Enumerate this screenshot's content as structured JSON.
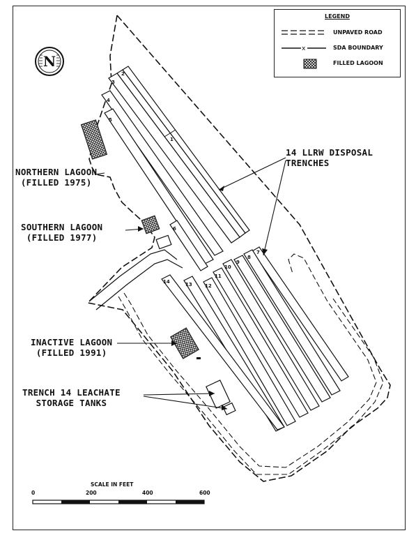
{
  "legend": {
    "title": "LEGEND",
    "items": [
      {
        "label": "UNPAVED ROAD",
        "symbol": "dashed-line"
      },
      {
        "label": "SDA BOUNDARY",
        "symbol": "dash-x-line"
      },
      {
        "label": "FILLED LAGOON",
        "symbol": "crosshatch-square"
      }
    ]
  },
  "north_arrow": {
    "letter": "N",
    "icon": "north-arrow-icon"
  },
  "annotations": {
    "northern_lagoon": {
      "line1": "NORTHERN LAGOON",
      "line2": "(FILLED 1975)"
    },
    "southern_lagoon": {
      "line1": "SOUTHERN LAGOON",
      "line2": "(FILLED 1977)"
    },
    "inactive_lagoon": {
      "line1": "INACTIVE LAGOON",
      "line2": "(FILLED 1991)"
    },
    "tanks": {
      "line1": "TRENCH 14 LEACHATE",
      "line2": "STORAGE TANKS"
    },
    "trenches": {
      "line1": "14 LLRW DISPOSAL",
      "line2": "TRENCHES"
    }
  },
  "trench_numbers": [
    "1",
    "2",
    "3",
    "4",
    "5",
    "6",
    "7",
    "8",
    "9",
    "10",
    "11",
    "12",
    "13",
    "14"
  ],
  "scale": {
    "title": "SCALE IN FEET",
    "ticks": [
      "0",
      "200",
      "400",
      "600"
    ]
  },
  "colors": {
    "ink": "#111111",
    "paper": "#ffffff"
  }
}
